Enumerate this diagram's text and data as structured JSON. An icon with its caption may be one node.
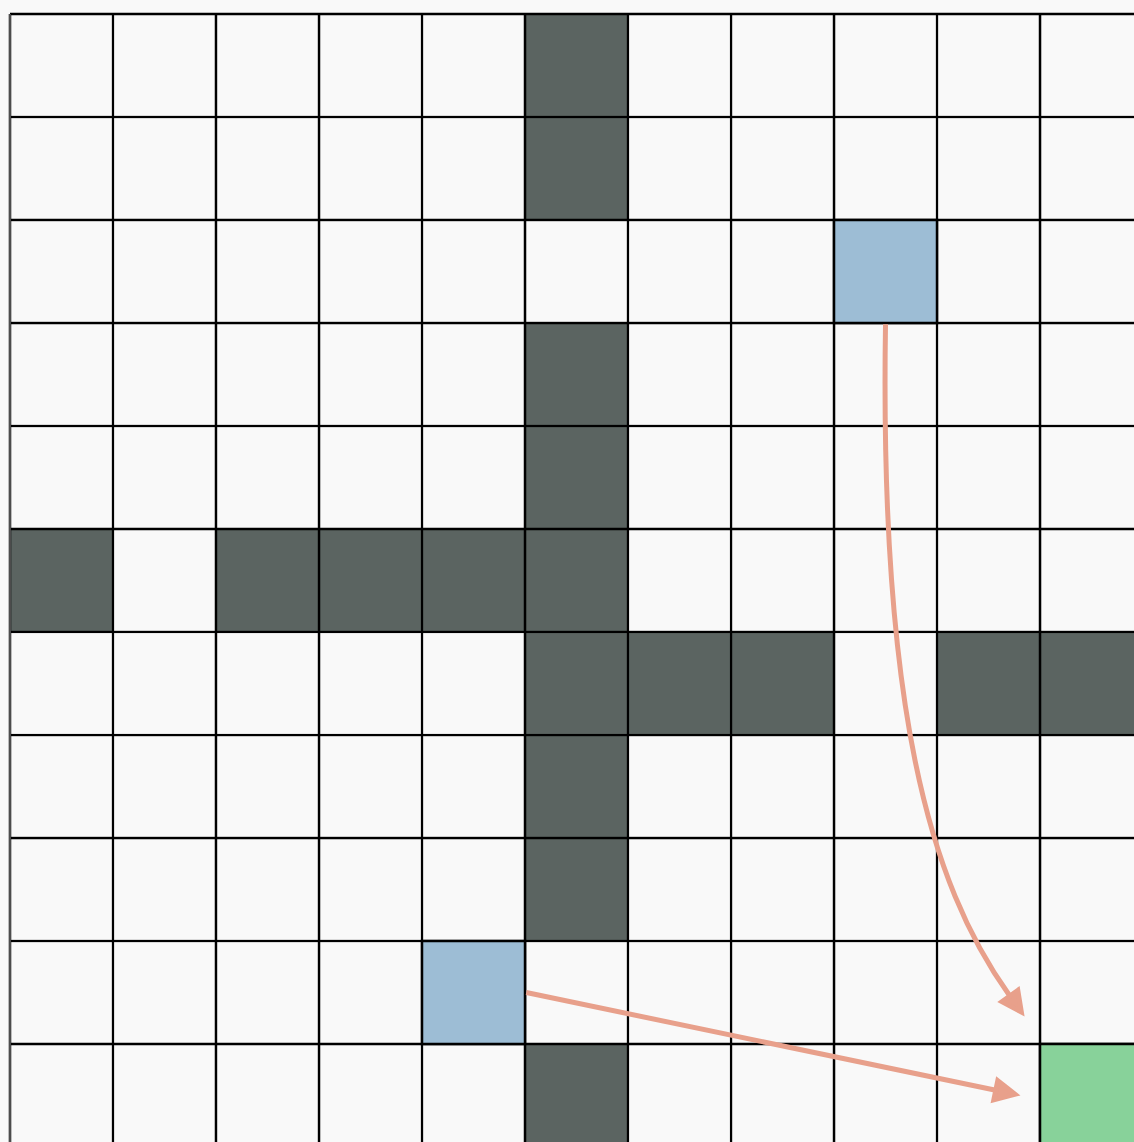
{
  "diagram": {
    "nodes": [
      {
        "text": [],
        "shape": "box"
      },
      {
        "text": [],
        "shape": "box"
      },
      {
        "text": [],
        "shape": "box"
      }
    ],
    "edges": [
      {
        "from": 0,
        "to": 2,
        "arrow": "to"
      },
      {
        "from": 1,
        "to": 2,
        "arrow": "to"
      }
    ]
  }
}
